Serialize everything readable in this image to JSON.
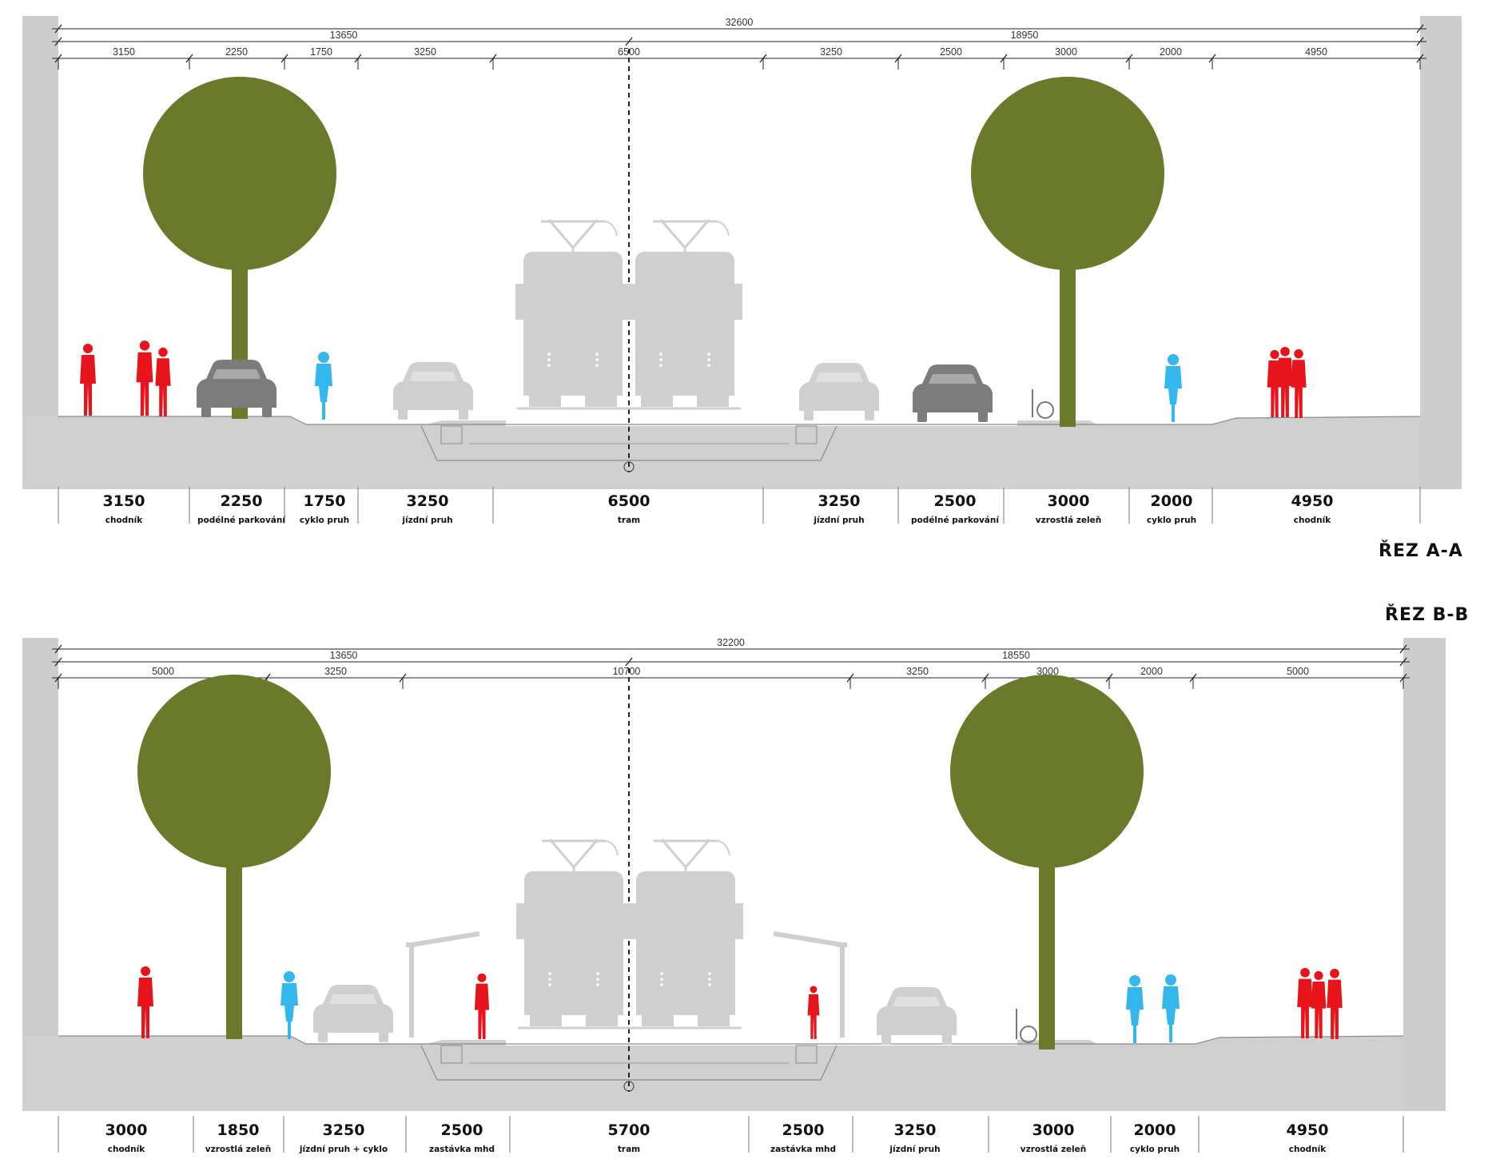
{
  "colors": {
    "wall": "#cdcdcd",
    "ground": "#d0d0d0",
    "tree": "#6b7a2a",
    "pedestrian": "#e8141b",
    "cyclist": "#33b7ec",
    "car_parked": "#7c7c7c",
    "car_lane": "#cfcfcf",
    "tram": "#cfcfcf",
    "dimension_line": "#222222"
  },
  "sections": [
    {
      "title": "ŘEZ A-A",
      "total": "32600",
      "subtotals": [
        "13650",
        "18950"
      ],
      "segments": [
        {
          "width": "3150",
          "name": "chodník"
        },
        {
          "width": "2250",
          "name": "podélné parkování"
        },
        {
          "width": "1750",
          "name": "cyklo pruh"
        },
        {
          "width": "3250",
          "name": "jízdní pruh"
        },
        {
          "width": "6500",
          "name": "tram"
        },
        {
          "width": "3250",
          "name": "jízdní pruh"
        },
        {
          "width": "2500",
          "name": "podélné parkování"
        },
        {
          "width": "3000",
          "name": "vzrostlá zeleň"
        },
        {
          "width": "2000",
          "name": "cyklo pruh"
        },
        {
          "width": "4950",
          "name": "chodník"
        }
      ]
    },
    {
      "title": "ŘEZ B-B",
      "total": "32200",
      "subtotals": [
        "13650",
        "18550"
      ],
      "top_dims": [
        "5000",
        "3250",
        "10700",
        "3250",
        "3000",
        "2000",
        "5000"
      ],
      "segments": [
        {
          "width": "3000",
          "name": "chodník"
        },
        {
          "width": "1850",
          "name": "vzrostlá zeleň"
        },
        {
          "width": "3250",
          "name": "jízdní pruh + cyklo"
        },
        {
          "width": "2500",
          "name": "zastávka mhd"
        },
        {
          "width": "5700",
          "name": "tram"
        },
        {
          "width": "2500",
          "name": "zastávka mhd"
        },
        {
          "width": "3250",
          "name": "jízdní pruh"
        },
        {
          "width": "3000",
          "name": "vzrostlá zeleň"
        },
        {
          "width": "2000",
          "name": "cyklo pruh"
        },
        {
          "width": "4950",
          "name": "chodník"
        }
      ]
    }
  ]
}
